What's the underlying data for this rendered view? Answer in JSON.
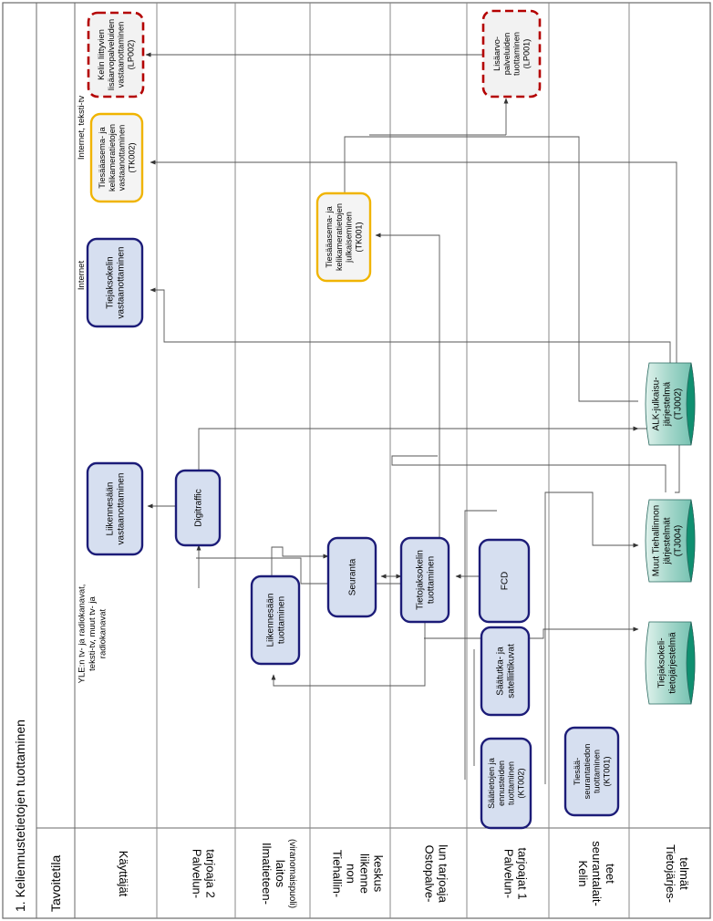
{
  "title": "1. Keliennustetietojen tuottaminen",
  "subtitle": "Tavoitetila",
  "lanes": [
    {
      "id": "kayttajat",
      "lines": [
        "Käyttäjät"
      ]
    },
    {
      "id": "palveluntarjoaja2",
      "lines": [
        "Palvelun-",
        "tarjoaja 2"
      ]
    },
    {
      "id": "ilmatieteenlaitos",
      "lines": [
        "Ilmatieteen-",
        "laitos",
        "(viranomaispuoli)"
      ]
    },
    {
      "id": "tiehallinnon",
      "lines": [
        "Tiehallin-",
        "non",
        "liikenne",
        "keskus"
      ]
    },
    {
      "id": "ostopalvelun",
      "lines": [
        "Ostopalve-",
        "lun tarjoaja"
      ]
    },
    {
      "id": "palveluntarjoaja1",
      "lines": [
        "Palvelun-",
        "tarjoajat 1"
      ]
    },
    {
      "id": "kelinseuranta",
      "lines": [
        "Kelin",
        "seurantalait-",
        "teet"
      ]
    },
    {
      "id": "tietojarjestelmat",
      "lines": [
        "Tietojärjes-",
        "telmät"
      ]
    }
  ],
  "nodes": [
    {
      "id": "liikennesaa-vastaanotto",
      "lines": [
        "Liikennesään",
        "vastaanottaminen"
      ],
      "kind": "process"
    },
    {
      "id": "tiejaksokeli-vastaanotto",
      "lines": [
        "Tiejaksokelin",
        "vastaanottaminen"
      ],
      "kind": "process"
    },
    {
      "id": "tk002",
      "lines": [
        "Tiesääasema- ja",
        "kelikameratietojen",
        "vastaanottaminen",
        "(TK002)"
      ],
      "kind": "yellow"
    },
    {
      "id": "lp002",
      "lines": [
        "Kelin liittyvien",
        "lisäarvopalveluiden",
        "vastaanottaminen",
        "(LP002)"
      ],
      "kind": "dashed"
    },
    {
      "id": "digitraffic",
      "lines": [
        "Digitraffic"
      ],
      "kind": "process"
    },
    {
      "id": "liikennesaa-tuotto",
      "lines": [
        "Liikennesään",
        "tuottaminen"
      ],
      "kind": "process"
    },
    {
      "id": "seuranta",
      "lines": [
        "Seuranta"
      ],
      "kind": "process"
    },
    {
      "id": "tk001",
      "lines": [
        "Tiesääasema- ja",
        "kelikameratietojen",
        "julkaiseminen",
        "(TK001)"
      ],
      "kind": "yellow"
    },
    {
      "id": "tietojaksokeli",
      "lines": [
        "Tietojaksokelin",
        "tuottaminen"
      ],
      "kind": "process"
    },
    {
      "id": "lp001",
      "lines": [
        "Lisäarvo-",
        "palveluiden",
        "tuottaminen",
        "(LP001)"
      ],
      "kind": "dashed"
    },
    {
      "id": "fcd",
      "lines": [
        "FCD"
      ],
      "kind": "process"
    },
    {
      "id": "tutka",
      "lines": [
        "Säätutka- ja",
        "satelliittikuvat"
      ],
      "kind": "process"
    },
    {
      "id": "kt002",
      "lines": [
        "Säätietojen ja",
        "ennusteiden",
        "tuottaminen",
        "(KT002)"
      ],
      "kind": "process"
    },
    {
      "id": "kt001",
      "lines": [
        "Tiesää-",
        "seurantatiedon",
        "tuottaminen",
        "(KT001)"
      ],
      "kind": "process"
    },
    {
      "id": "tj002",
      "lines": [
        "ALK-julkaisu-",
        "järjestelmä",
        "(TJ002)"
      ],
      "kind": "db"
    },
    {
      "id": "tj004",
      "lines": [
        "Muut Tiehallinnon",
        "järjestelmät",
        "(TJ004)"
      ],
      "kind": "db"
    },
    {
      "id": "tiejaksokelijarjestelma",
      "lines": [
        "Tiejaksokeli-",
        "tietojärjestelmä"
      ],
      "kind": "db"
    }
  ],
  "annotations": [
    {
      "id": "yle-note",
      "lines": [
        "YLE:n tv- ja radiokanavat,",
        "teksti-tv, muut tv- ja",
        "radiokanavat"
      ]
    },
    {
      "id": "internet-note-1",
      "lines": [
        "Internet"
      ]
    },
    {
      "id": "internet-note-2",
      "lines": [
        "Internet, teksti-tv"
      ]
    }
  ],
  "colors": {
    "process_fill": "#d6dff0",
    "process_stroke": "#1c1c78",
    "yellow_stroke": "#f0b400",
    "yellow_fill": "#f4f4f4",
    "dashed_stroke": "#b40000",
    "db_fill": "#a8d8cc",
    "db_top": "#0f8f70",
    "line": "#555555"
  }
}
